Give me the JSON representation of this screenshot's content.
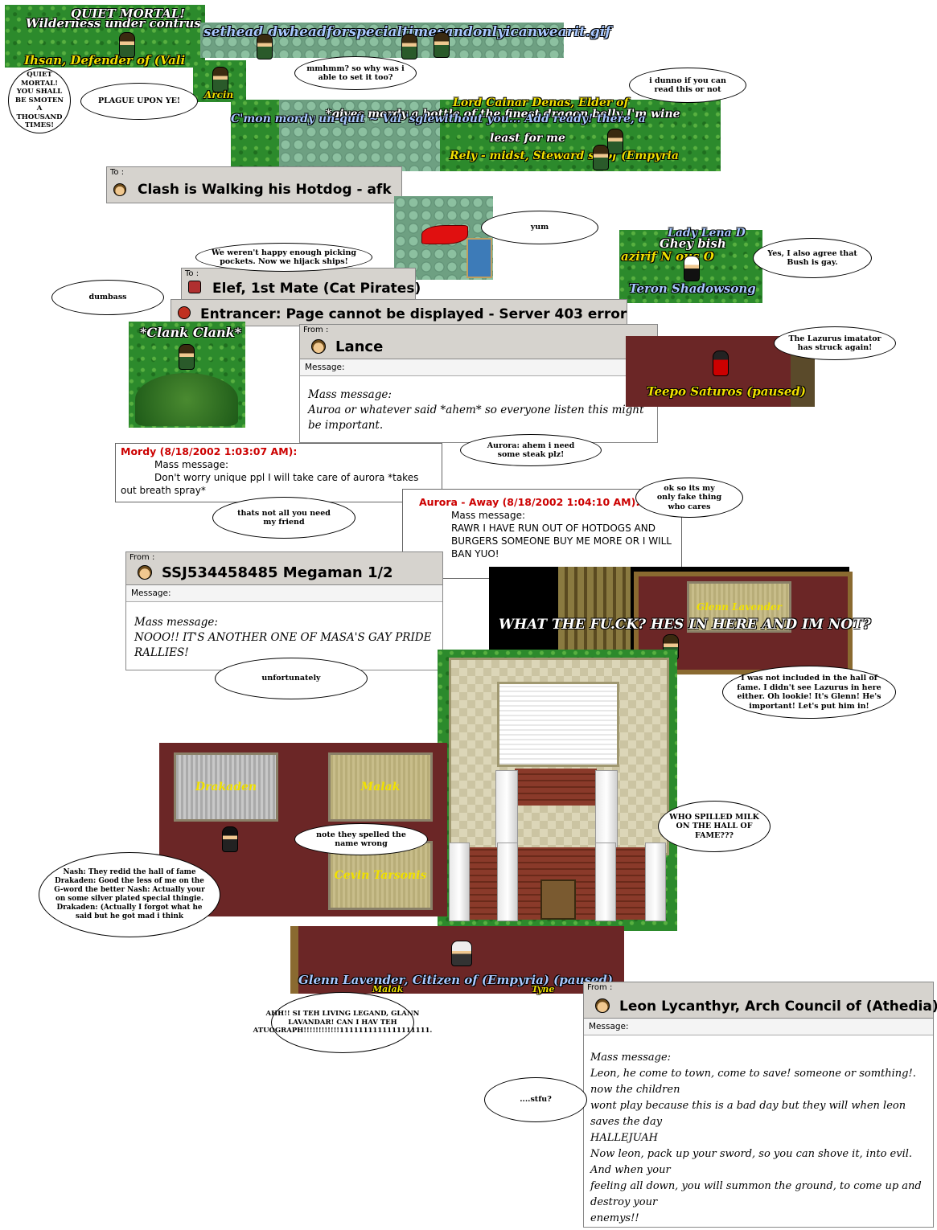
{
  "panels": {
    "p1_top": "QUIET MORTAL!",
    "p1_mid": "Wilderness under contrus",
    "p1_bottom": "Ihsan, Defender of (Vali",
    "p2_text": "sethead dwheadforspecialtimesandonlyicanwearit.gif",
    "p3_text": "Arcin",
    "p4_line1": "Lord Cainar Denas, Elder of",
    "p4_line2": "*gives mordy a bottle of the finest dragon belly I'm wine",
    "p4_line3": "C'mon mordy un-quit ~ Val 'sglewithout you... Add ready! there, a",
    "p4_line4": "least for me",
    "p4_line5": "Rely - midst, Steward ss of (Empyria",
    "p5_line1": "Lady Lena D",
    "p5_line2": "Ghey bish",
    "p5_line3": "azirif N ous O",
    "p5_line4": "Teron Shadowsong",
    "p6_text": "*Clank Clank*",
    "p7_text": "Teepo Saturos (paused)",
    "p8_plaque": "Glenn Lavender",
    "p8_shout": "WHAT THE FU.CK? HES IN HERE AND IM NOT?",
    "p9_plaque1": "Drakaden",
    "p9_plaque2": "Malak",
    "p9_plaque3": "Cevin Tarsonis",
    "p10_text": "Glenn Lavender, Citizen of (Empyria) (paused)",
    "p10_sub1": "Malak",
    "p10_sub2": "Tyne"
  },
  "bubbles": {
    "b1": "QUIET MORTAL! YOU SHALL BE SMOTEN A THOUSAND TIMES!",
    "b2": "PLAGUE UPON YE!",
    "b3": "mmhmm? so why was i able to set it too?",
    "b4": "i dunno if you can read this or not",
    "b5": "yum",
    "b6": "We weren't happy enough picking pockets. Now we hijack ships!",
    "b7": "Yes, I also agree that Bush is gay.",
    "b8": "dumbass",
    "b9": "The Lazurus imatator has struck again!",
    "b10": "Aurora: ahem i need some steak plz!",
    "b11": "thats not all you need my friend",
    "b12": "ok so its my only fake thing who cares",
    "b13": "unfortunately",
    "b14": "I was not included in the hall of fame. I didn't see Lazurus in here either. Oh lookie! It's Glenn! He's important! Let's put him in!",
    "b15": "WHO SPILLED MILK ON THE HALL OF FAME???",
    "b16": "note they spelled the name wrong",
    "b17": "Nash: They redid the hall of fame Drakaden: Good the less of me on the G-word the better Nash: Actually your on some silver plated special thingie. Drakaden: (Actually I forgot what he said but he got mad i think",
    "b18": "AHH!! SI TEH LIVING LEGAND, GLANN LAVANDAR! CAN I HAV TEH ATUOGRAPH!!!!!!!!!!!!1111111111111111111.",
    "b19": "....stfu?"
  },
  "to_bars": {
    "t1_label": "To :",
    "t1_name": "Clash is Walking his Hotdog - afk",
    "t2_label": "To :",
    "t2_name": "Elef, 1st Mate (Cat Pirates)",
    "t3_name": "Entrancer: Page cannot be displayed - Server 403 error"
  },
  "msg_lance": {
    "from": "From :",
    "name": "Lance",
    "label": "Message:",
    "line1": "Mass message:",
    "line2": "Auroa or whatever said *ahem* so everyone listen this might be important."
  },
  "log_mordy": {
    "who": "Mordy (8/18/2002 1:03:07 AM):",
    "line1": "Mass message:",
    "line2": "Don't worry unique ppl I will take care of aurora *takes out breath spray*"
  },
  "log_aurora": {
    "who": "Aurora - Away (8/18/2002 1:04:10 AM):",
    "line1": "Mass message:",
    "line2": "RAWR I HAVE RUN OUT OF HOTDOGS AND BURGERS SOMEONE BUY ME MORE OR I WILL BAN YUO!"
  },
  "msg_megaman": {
    "from": "From :",
    "name": "SSJ534458485 Megaman 1/2",
    "label": "Message:",
    "line1": "Mass message:",
    "line2": "NOOO!! IT'S ANOTHER ONE OF MASA'S GAY PRIDE RALLIES!"
  },
  "msg_leon": {
    "from": "From :",
    "name": "Leon Lycanthyr, Arch Council of (Athedia)",
    "label": "Message:",
    "line1": "Mass message:",
    "line2": "Leon, he come to town, come to save! someone or somthing!. now the children",
    "line3": "wont play because this is a bad day but they will when leon saves the day",
    "line4": "HALLEJUAH",
    "line5": "Now leon, pack up your sword, so you can shove it, into evil. And when your",
    "line6": "feeling all down, you will summon the ground, to come up and destroy your",
    "line7": "enemys!!"
  }
}
